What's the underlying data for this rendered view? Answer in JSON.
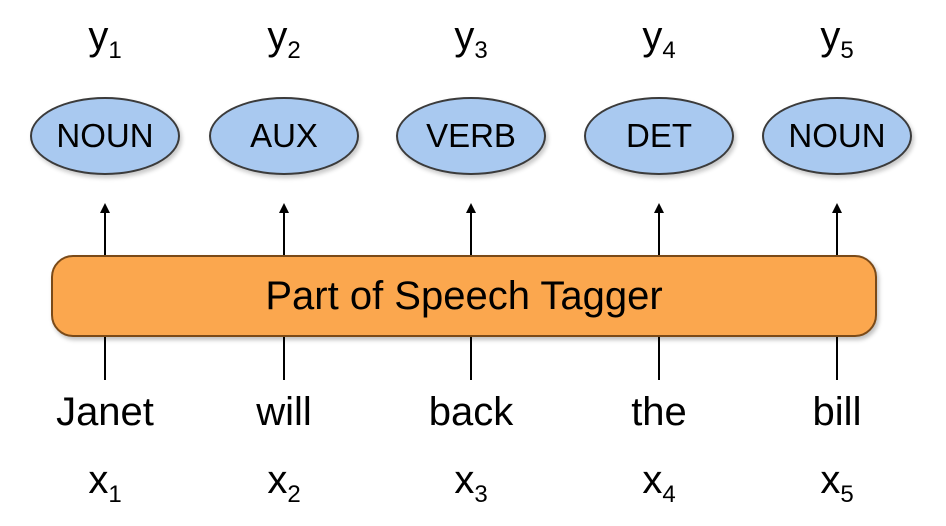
{
  "tagger": {
    "label": "Part of Speech Tagger"
  },
  "columns": [
    {
      "y": "y",
      "y_sub": "1",
      "tag": "NOUN",
      "word": "Janet",
      "x": "x",
      "x_sub": "1"
    },
    {
      "y": "y",
      "y_sub": "2",
      "tag": "AUX",
      "word": "will",
      "x": "x",
      "x_sub": "2"
    },
    {
      "y": "y",
      "y_sub": "3",
      "tag": "VERB",
      "word": "back",
      "x": "x",
      "x_sub": "3"
    },
    {
      "y": "y",
      "y_sub": "4",
      "tag": "DET",
      "word": "the",
      "x": "x",
      "x_sub": "4"
    },
    {
      "y": "y",
      "y_sub": "5",
      "tag": "NOUN",
      "word": "bill",
      "x": "x",
      "x_sub": "5"
    }
  ],
  "colors": {
    "tag_fill": "#a9c9f0",
    "tagger_fill": "#fba74e",
    "line": "#000000"
  }
}
